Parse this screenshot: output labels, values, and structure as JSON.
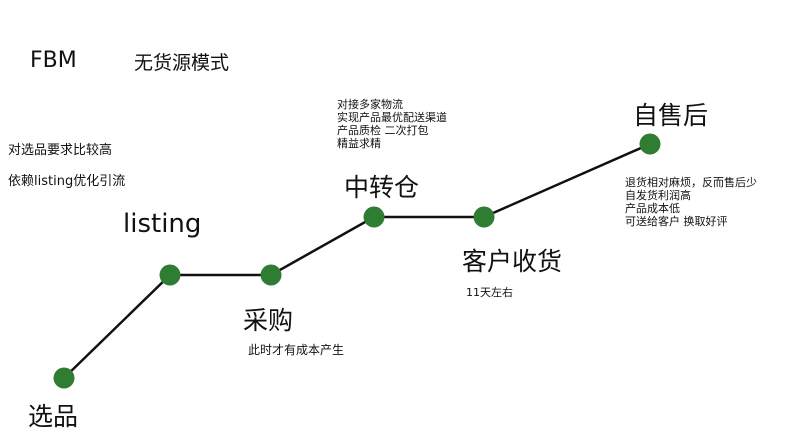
{
  "header": {
    "title": "FBM",
    "subtitle": "无货源模式"
  },
  "steps": {
    "select": "选品",
    "listing": "listing",
    "purchase": "采购",
    "transfer": "中转仓",
    "receive": "客户收货",
    "aftersale": "自售后"
  },
  "notes": {
    "left_line1": "对选品要求比较高",
    "left_line2": "依赖listing优化引流",
    "purchase": "此时才有成本产生",
    "receive": "11天左右",
    "transfer": [
      "对接多家物流",
      "实现产品最优配送渠道",
      "产品质检  二次打包",
      "精益求精"
    ],
    "aftersale": [
      "退货相对麻烦，反而售后少",
      "自发货利润高",
      "产品成本低",
      "可送给客户  换取好评"
    ]
  },
  "colors": {
    "node": "#2e7d32",
    "line": "#111111"
  }
}
